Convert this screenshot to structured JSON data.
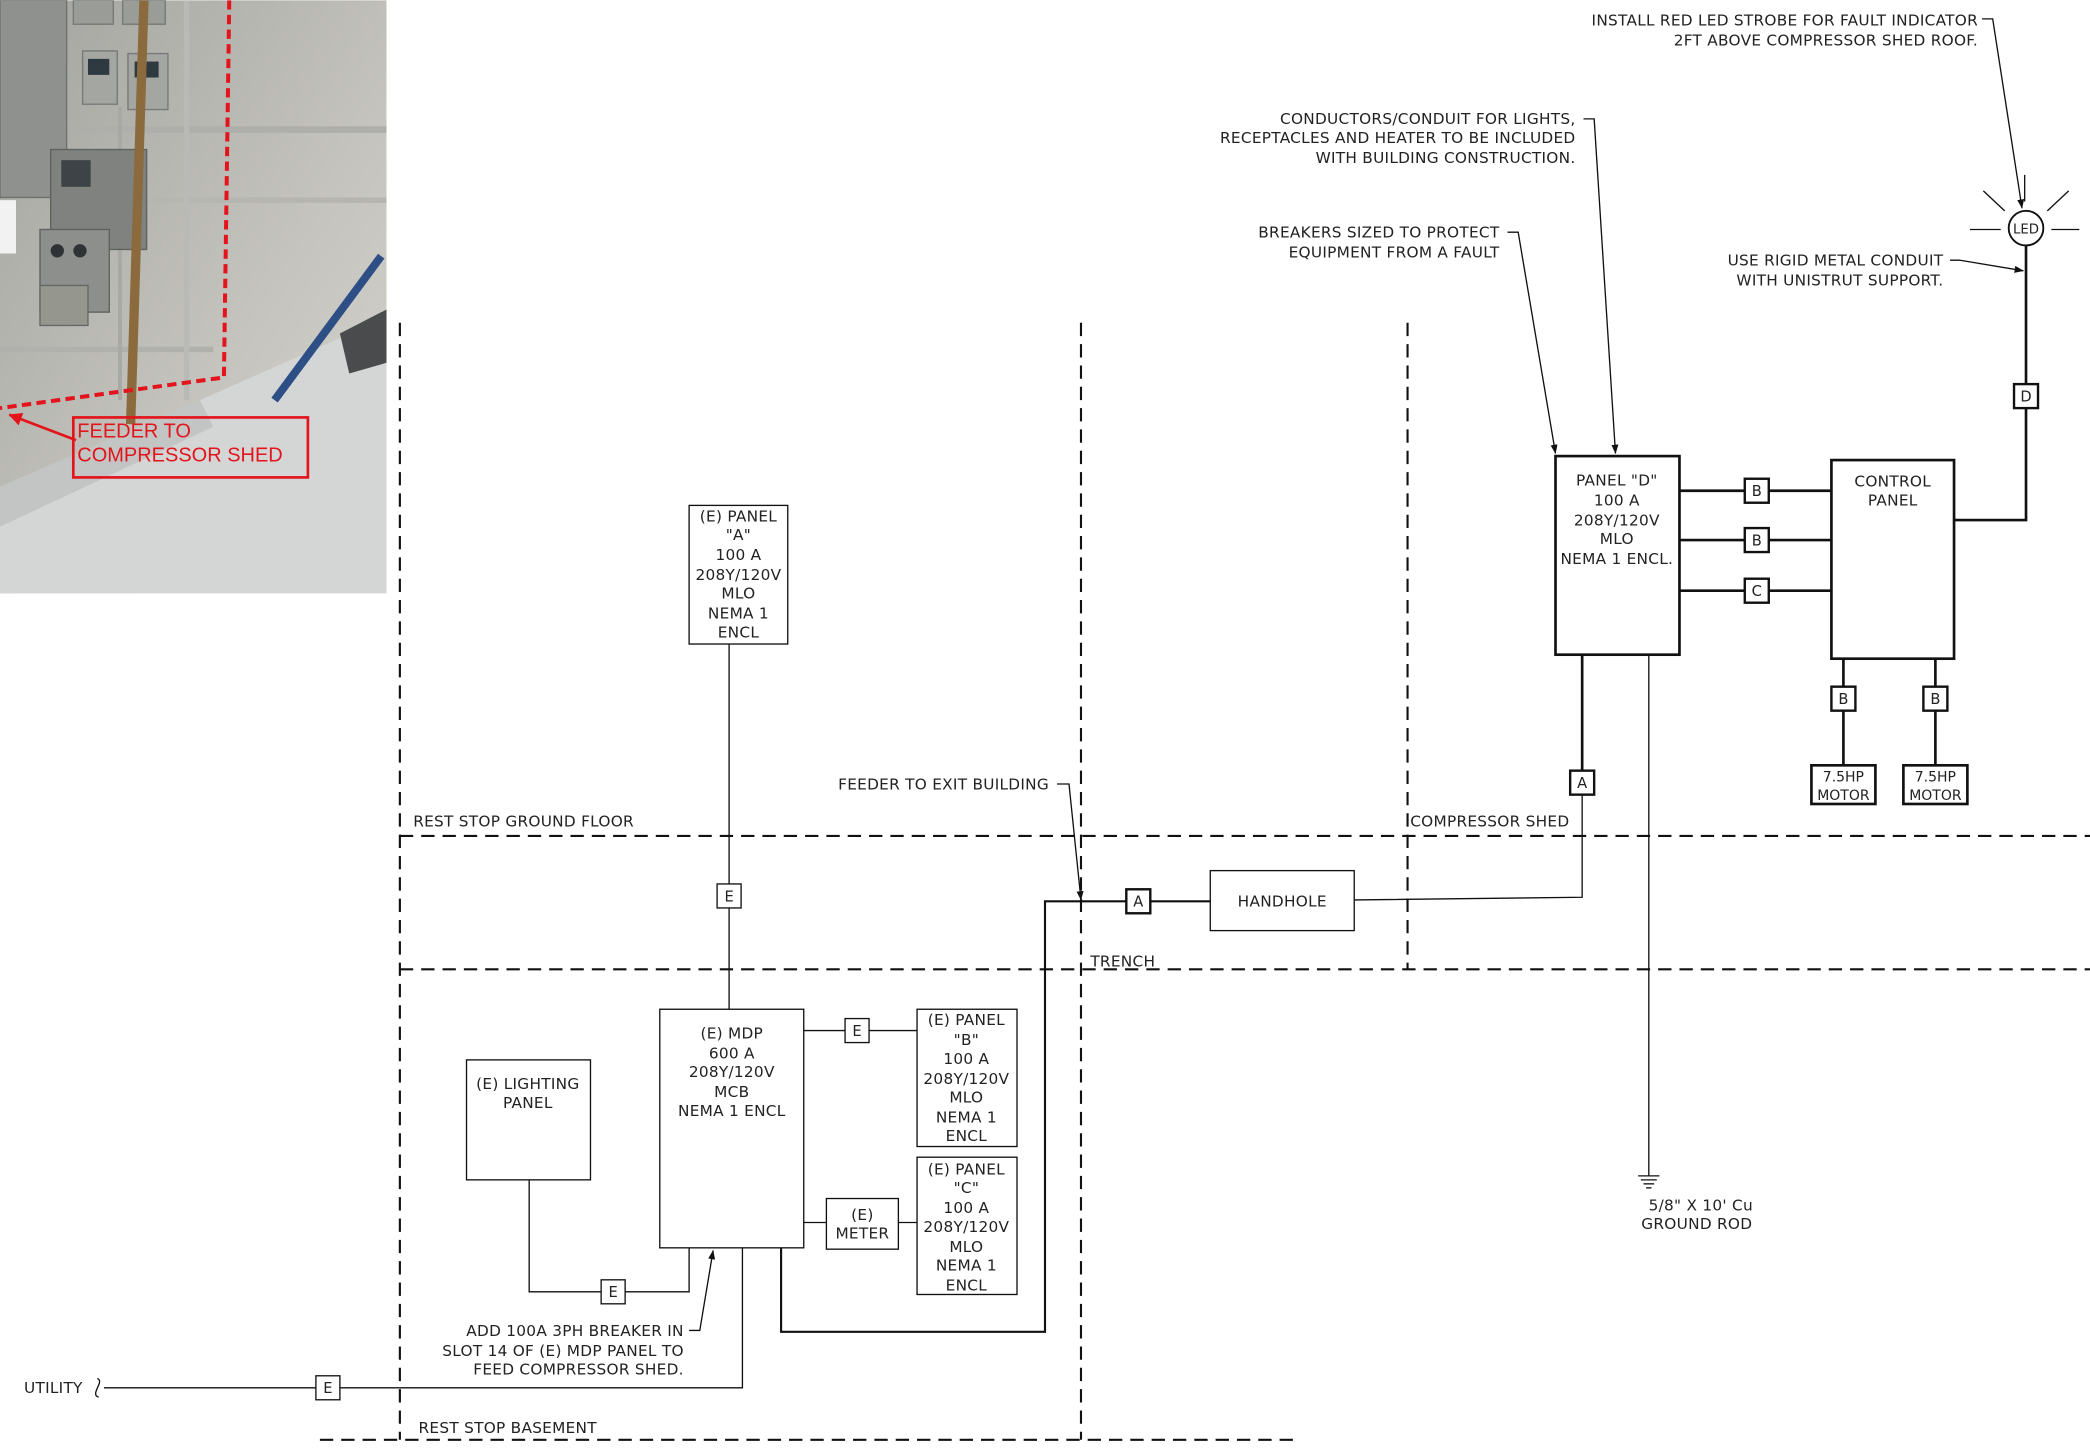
{
  "photo_inset": {
    "callout": [
      "FEEDER TO",
      "COMPRESSOR SHED"
    ]
  },
  "notes": {
    "led_strobe": [
      "INSTALL RED LED STROBE FOR FAULT INDICATOR",
      "2FT ABOVE COMPRESSOR SHED ROOF."
    ],
    "conductors": [
      "CONDUCTORS/CONDUIT FOR LIGHTS,",
      "RECEPTACLES AND HEATER TO BE INCLUDED",
      "WITH BUILDING CONSTRUCTION."
    ],
    "breakers": [
      "BREAKERS SIZED TO PROTECT",
      "EQUIPMENT FROM A FAULT"
    ],
    "rigid_conduit": [
      "USE RIGID METAL CONDUIT",
      "WITH UNISTRUT SUPPORT."
    ],
    "feeder_exit": [
      "FEEDER TO EXIT BUILDING"
    ],
    "add_breaker": [
      "ADD 100A 3PH BREAKER IN",
      "SLOT 14 OF (E) MDP PANEL TO",
      "FEED COMPRESSOR SHED."
    ],
    "ground_rod": [
      "5/8\" X 10' Cu",
      "GROUND ROD"
    ]
  },
  "zones": {
    "ground_floor": "REST STOP GROUND FLOOR",
    "compressor_shed": "COMPRESSOR SHED",
    "trench": "TRENCH",
    "basement": "REST STOP BASEMENT"
  },
  "equipment": {
    "panel_a": [
      "(E) PANEL",
      "\"A\"",
      "100 A",
      "208Y/120V",
      "MLO",
      "NEMA 1",
      "ENCL"
    ],
    "panel_b": [
      "(E) PANEL",
      "\"B\"",
      "100 A",
      "208Y/120V",
      "MLO",
      "NEMA 1",
      "ENCL"
    ],
    "panel_c": [
      "(E) PANEL",
      "\"C\"",
      "100 A",
      "208Y/120V",
      "MLO",
      "NEMA 1",
      "ENCL"
    ],
    "mdp": [
      "(E) MDP",
      "600 A",
      "208Y/120V",
      "MCB",
      "NEMA 1 ENCL"
    ],
    "lighting_panel": [
      "(E) LIGHTING",
      "PANEL"
    ],
    "meter": [
      "(E)",
      "METER"
    ],
    "handhole": "HANDHOLE",
    "panel_d": [
      "PANEL \"D\"",
      "100 A",
      "208Y/120V",
      "MLO",
      "NEMA 1 ENCL."
    ],
    "control_panel": [
      "CONTROL",
      "PANEL"
    ],
    "motor_1": [
      "7.5HP",
      "MOTOR"
    ],
    "motor_2": [
      "7.5HP",
      "MOTOR"
    ],
    "led": "LED",
    "utility": "UTILITY"
  },
  "feeder_tags": {
    "utility_feed": "E",
    "lighting_feed": "E",
    "panel_a_feed": "E",
    "panel_b_feed": "E",
    "trench_feed": "A",
    "shed_feed": "A",
    "control_feed_1": "B",
    "control_feed_2": "B",
    "control_feed_3": "C",
    "motor_feed_1": "B",
    "motor_feed_2": "B",
    "led_feed": "D"
  },
  "colors": {
    "line": "#111111",
    "text": "#222222",
    "callout": "#e3141c"
  }
}
